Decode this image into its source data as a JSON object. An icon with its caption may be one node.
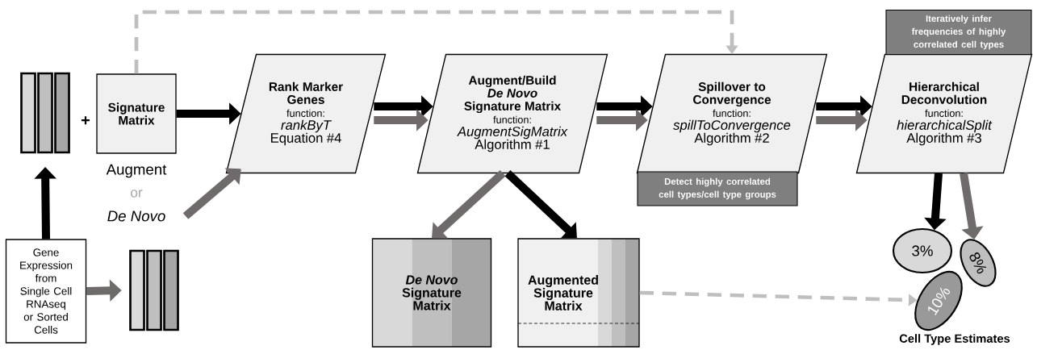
{
  "diagram": {
    "nodes": [
      {
        "text": [],
        "shape": "bar"
      },
      {
        "text": [
          "Signature Matrix"
        ]
      },
      {
        "text": [
          "Gene Expression from Single Cell RNAseq or Sorted Cells"
        ]
      },
      {
        "text": [],
        "shape": "bar"
      },
      {
        "text": [
          "Rank Marker Genes",
          "function:",
          "rankByT",
          "Equation #4"
        ]
      },
      {
        "text": [
          "Augment/Build *De Novo* Signature Matrix",
          "function:",
          "AugmentSigMatrix",
          "Algorithm #1"
        ]
      },
      {
        "text": [
          "Spillover to Convergence",
          "function:",
          "spillToConvergence",
          "Algorithm #2"
        ]
      },
      {
        "text": [
          "Detect highly correlated cell types/cell type groups"
        ]
      },
      {
        "text": [
          "Hierarchical Deconvolution",
          "function:",
          "hierarchicalSplit",
          "Algorithm #3"
        ]
      },
      {
        "text": [
          "Iteratively infer frequencies of highly correlated cell types"
        ]
      },
      {
        "text": [
          "*De Novo* Signature Matrix"
        ]
      },
      {
        "text": [
          "Augmented Signature Matrix"
        ]
      },
      {
        "text": [
          "3%"
        ]
      },
      {
        "text": [
          "8%"
        ]
      },
      {
        "text": [
          "10%"
        ]
      }
    ],
    "edges": [
      {
        "from": 2,
        "to": 0,
        "arrow": "to"
      },
      {
        "from": 2,
        "to": 3,
        "arrow": "to",
        "color": "#6f6b6b"
      },
      {
        "from": 1,
        "to": 4,
        "arrow": "to"
      },
      {
        "from": null,
        "to": 4,
        "arrow": "to",
        "color": "#6f6b6b"
      },
      {
        "from": 4,
        "to": 5,
        "arrow": "to"
      },
      {
        "from": 4,
        "to": 5,
        "arrow": "to",
        "color": "#6f6b6b"
      },
      {
        "from": 5,
        "to": 6,
        "arrow": "to"
      },
      {
        "from": 5,
        "to": 6,
        "arrow": "to",
        "color": "#6f6b6b"
      },
      {
        "from": 6,
        "to": 8,
        "arrow": "to"
      },
      {
        "from": 6,
        "to": 8,
        "arrow": "to",
        "color": "#6f6b6b"
      },
      {
        "from": 5,
        "to": 10,
        "arrow": "to",
        "color": "#6f6b6b"
      },
      {
        "from": 5,
        "to": 11,
        "arrow": "to"
      },
      {
        "from": 8,
        "to": 12,
        "arrow": "to"
      },
      {
        "from": 8,
        "to": 13,
        "arrow": "to",
        "color": "#6f6b6b"
      },
      {
        "from": 1,
        "to": 6,
        "arrow": "to",
        "style": "dashed",
        "color": "#bfbfbf"
      },
      {
        "from": 11,
        "to": 14,
        "arrow": "to",
        "style": "dashed",
        "color": "#bfbfbf"
      }
    ],
    "labels": [
      "+",
      "Augment",
      "or",
      "De Novo",
      "Cell Type Estimates"
    ]
  }
}
